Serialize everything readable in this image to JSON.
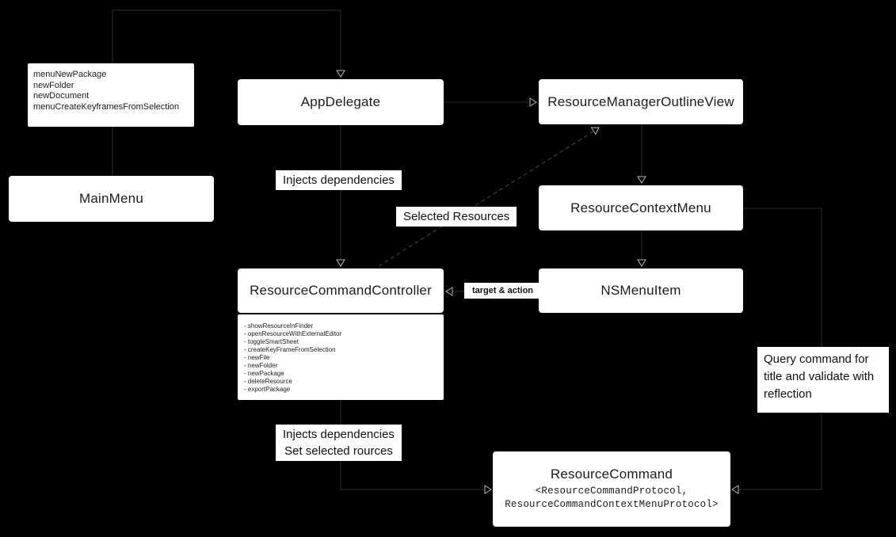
{
  "diagram": {
    "colors": {
      "background": "#000000",
      "node_fill": "#ffffff",
      "node_text": "#1c1c1e",
      "connector": "#262626",
      "connector_dashed": "#4a4a4a",
      "arrowhead": "#b5b5b5"
    },
    "nodes": {
      "main_menu_actions": {
        "lines": [
          "menuNewPackage",
          "newFolder",
          "newDocument",
          "menuCreateKeyframesFromSelection"
        ]
      },
      "main_menu": {
        "label": "MainMenu"
      },
      "app_delegate": {
        "label": "AppDelegate"
      },
      "resource_manager_outline_view": {
        "label": "ResourceManagerOutlineView"
      },
      "resource_context_menu": {
        "label": "ResourceContextMenu"
      },
      "ns_menu_item": {
        "label": "NSMenuItem"
      },
      "resource_command_controller": {
        "label": "ResourceCommandController",
        "methods": [
          "- showResourceInFinder",
          "- openResourceWithExternalEditor",
          "- toggleSmartSheet",
          "- createKeyFrameFromSelection",
          "- newFile",
          "- newFolder",
          "- newPackage",
          "- deleteResource",
          "- exportPackage"
        ]
      },
      "resource_command": {
        "label": "ResourceCommand",
        "generics": [
          "<ResourceCommandProtocol,",
          "ResourceCommandContextMenuProtocol>"
        ]
      }
    },
    "edge_labels": {
      "injects_dependencies": "Injects dependencies",
      "selected_resources": "Selected Resources",
      "target_action": "target & action",
      "query_command": "Query command for title and validate with reflection",
      "injects_set_selected": {
        "line1": "Injects dependencies",
        "line2": "Set selected rources"
      }
    }
  }
}
